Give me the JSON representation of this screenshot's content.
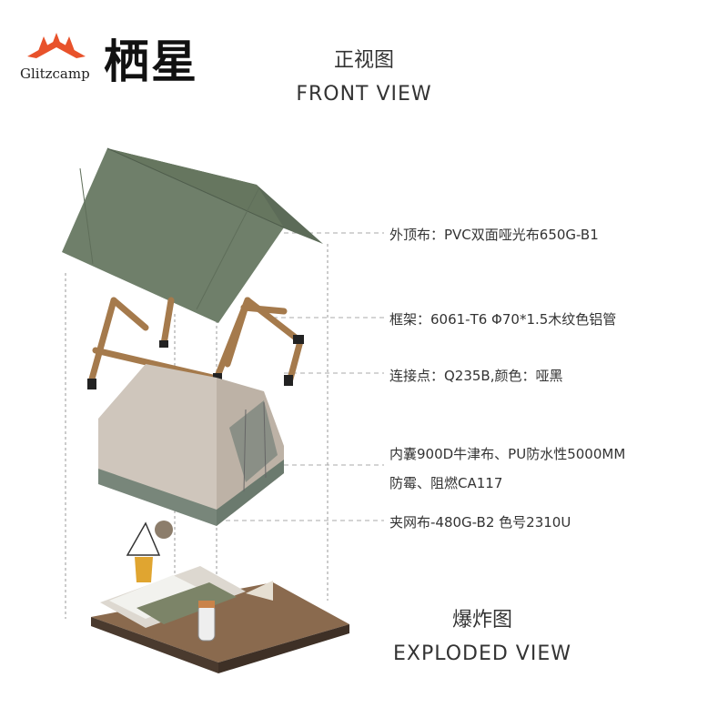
{
  "brand": {
    "name_en": "Glitzcamp",
    "name_cn": "栖星",
    "logo_color": "#e8522b"
  },
  "front_view": {
    "title_cn": "正视图",
    "title_en": "FRONT VIEW"
  },
  "exploded_view": {
    "title_cn": "爆炸图",
    "title_en": "EXPLODED VIEW"
  },
  "callouts": [
    {
      "text": "外顶布：PVC双面哑光布650G-B1"
    },
    {
      "text": "框架：6061-T6 Φ70*1.5木纹色铝管"
    },
    {
      "text": "连接点：Q235B,颜色：哑黑"
    },
    {
      "text": "内囊900D牛津布、PU防水性5000MM"
    },
    {
      "text": "防霉、阻燃CA117"
    },
    {
      "text": "夹网布-480G-B2 色号2310U"
    }
  ],
  "colors": {
    "roof": "#6f7f6a",
    "roof_side": "#5c6b58",
    "frame": "#a57a4c",
    "joint": "#222222",
    "tent_body": "#cfc6bc",
    "tent_front": "#bdb2a6",
    "tent_base": "#78867a",
    "deck_top": "#8a6a4e",
    "deck_side": "#4a3a2e",
    "leader": "#aaaaaa"
  }
}
